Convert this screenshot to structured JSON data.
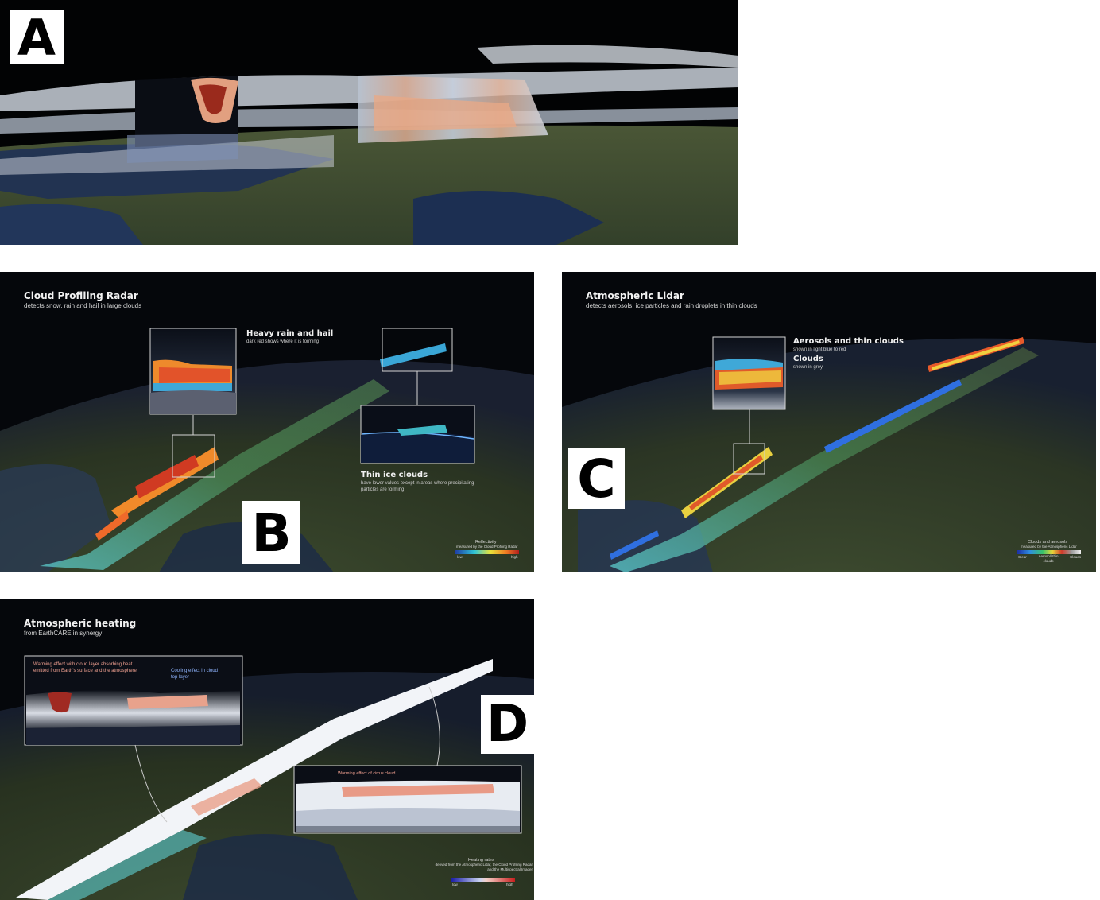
{
  "panels": {
    "A": {
      "letter": "A"
    },
    "B": {
      "letter": "B",
      "title": "Cloud Profiling Radar",
      "subtitle": "detects snow, rain and hail in large clouds",
      "callout1_title": "Heavy rain and hail",
      "callout1_text": "dark red shows where it is forming",
      "callout2_title": "Thin ice clouds",
      "callout2_text": "have lower values except in areas where precipitating particles are forming",
      "legend_title": "Reflectivity",
      "legend_sub": "measured by the Cloud Profiling Radar",
      "legend_low": "low",
      "legend_high": "high"
    },
    "C": {
      "letter": "C",
      "title": "Atmospheric Lidar",
      "subtitle": "detects aerosols, ice particles and rain droplets in thin clouds",
      "callout1_title": "Aerosols and thin clouds",
      "callout1_text": "shown in light blue to red",
      "callout2_title": "Clouds",
      "callout2_text": "shown in grey",
      "legend_title": "Clouds and aerosols",
      "legend_sub": "measured by the Atmospheric Lidar",
      "legend_clear": "Clear",
      "legend_aerosol": "Aerosol/ thin clouds",
      "legend_clouds": "Clouds"
    },
    "D": {
      "letter": "D",
      "title": "Atmospheric heating",
      "subtitle": "from EarthCARE in synergy",
      "callout1_text": "Warming effect with cloud layer absorbing heat emitted from Earth's surface and the atmosphere",
      "callout2_text": "Cooling effect in cloud top layer",
      "callout3_text": "Warming effect of cirrus cloud",
      "legend_title": "Heating rates",
      "legend_sub": "derived from the Atmospheric Lidar, the Cloud Profiling Radar and the Multispectral Imager",
      "legend_low": "low",
      "legend_high": "high"
    }
  },
  "colors": {
    "space": "#05070b",
    "land": "#3d4a2c",
    "sea": "#1b2b48",
    "radar_high": "#c0281c",
    "lidar_aerosol": "#2f7be0",
    "heat_low": "#2a3bd1",
    "heat_high": "#d12a2a"
  }
}
